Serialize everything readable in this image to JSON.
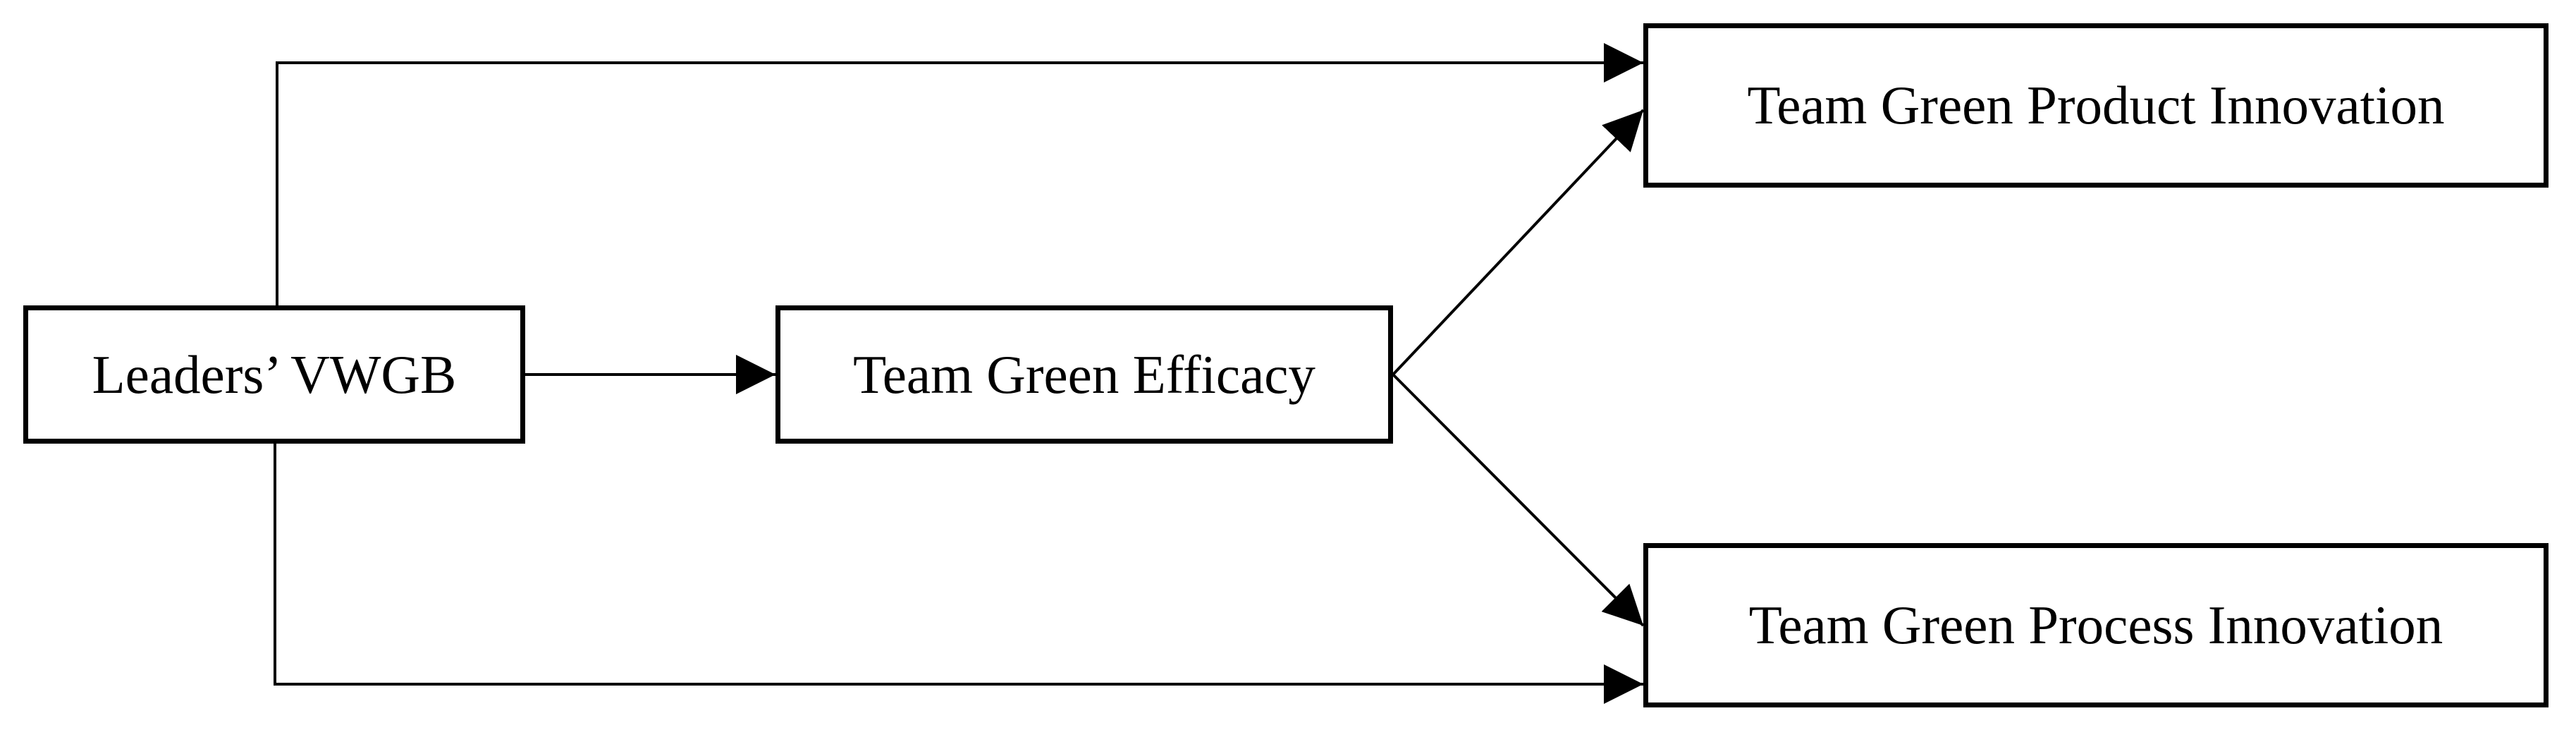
{
  "diagram": {
    "nodes": {
      "leaders_vwgb": {
        "label": "Leaders’ VWGB"
      },
      "team_green_efficacy": {
        "label": "Team Green Efficacy"
      },
      "team_green_product_innovation": {
        "label": "Team Green Product Innovation"
      },
      "team_green_process_innovation": {
        "label": "Team Green Process Innovation"
      }
    },
    "edges": [
      {
        "from": "leaders_vwgb",
        "to": "team_green_efficacy"
      },
      {
        "from": "leaders_vwgb",
        "to": "team_green_product_innovation"
      },
      {
        "from": "leaders_vwgb",
        "to": "team_green_process_innovation"
      },
      {
        "from": "team_green_efficacy",
        "to": "team_green_product_innovation"
      },
      {
        "from": "team_green_efficacy",
        "to": "team_green_process_innovation"
      }
    ],
    "colors": {
      "line": "#000000",
      "background": "#ffffff"
    }
  }
}
